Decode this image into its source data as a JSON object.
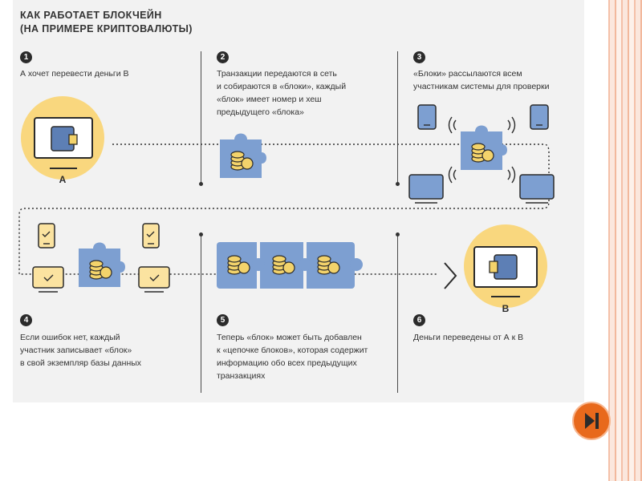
{
  "title": {
    "line1": "КАК РАБОТАЕТ БЛОКЧЕЙН",
    "line2": "(НА ПРИМЕРЕ КРИПТОВАЛЮТЫ)"
  },
  "steps": [
    {
      "number": "1",
      "text": "А хочет перевести деньги В"
    },
    {
      "number": "2",
      "text": "Транзакции передаются в сеть\nи собираются в «блоки», каждый\n«блок» имеет номер и хеш\nпредыдущего «блока»"
    },
    {
      "number": "3",
      "text": "«Блоки» рассылаются всем\nучастникам системы для проверки"
    },
    {
      "number": "4",
      "text": "Если ошибок нет, каждый\nучастник записывает «блок»\nв свой экземпляр базы данных"
    },
    {
      "number": "5",
      "text": "Теперь «блок» может быть добавлен\nк «цепочке блоков», которая содержит\nинформацию обо всех предыдущих\nтранзакциях"
    },
    {
      "number": "6",
      "text": "Деньги переведены от А к В"
    }
  ],
  "labels": {
    "party_a": "А",
    "party_b": "B"
  },
  "colors": {
    "accent_yellow": "#f9d77e",
    "block_blue": "#7d9fd1",
    "block_blue_dark": "#5d7fb5",
    "coin": "#f3d36b",
    "ink": "#2b2b2b",
    "nav_orange": "#e8691c"
  },
  "icons": {
    "nav": "play-next-icon"
  }
}
